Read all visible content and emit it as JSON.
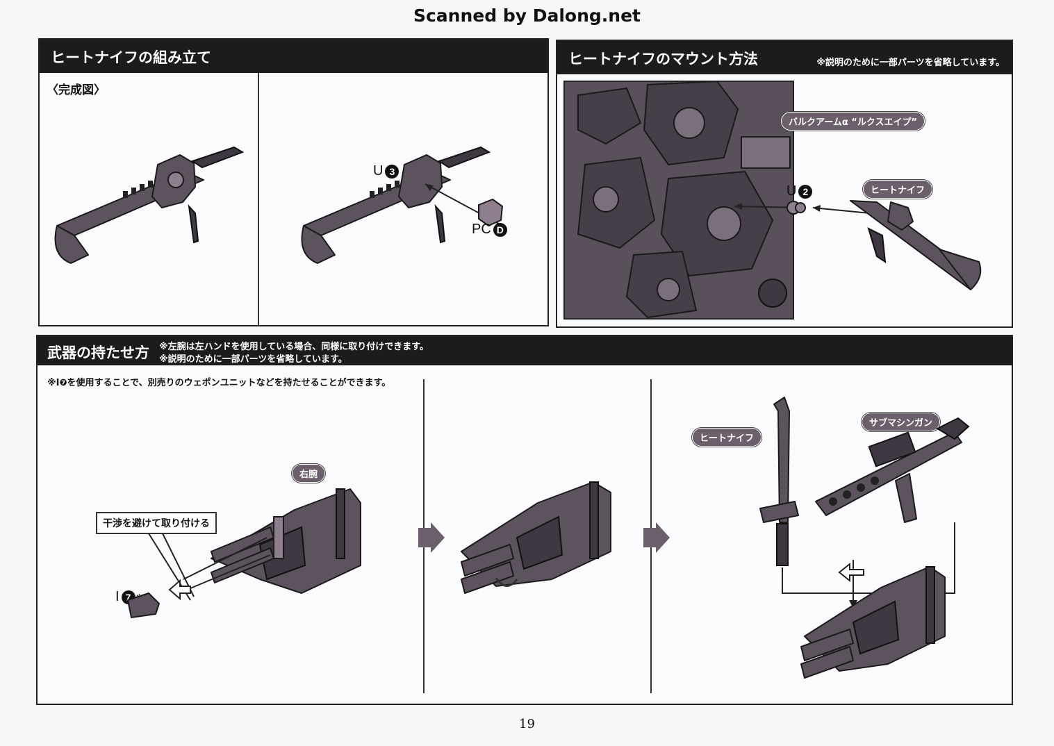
{
  "scan_credit": "Scanned by Dalong.net",
  "panel_assembly": {
    "title": "ヒートナイフの組み立て",
    "subtitle": "〈完成図〉",
    "part_u": "U",
    "part_u_num": "3",
    "part_pc": "PC",
    "part_pc_letter": "D"
  },
  "panel_mount": {
    "title": "ヒートナイフのマウント方法",
    "note": "※説明のために一部パーツを省略しています。",
    "label_arm": "バルクアームα “ルクスエイプ”",
    "label_knife": "ヒートナイフ",
    "part_u": "U",
    "part_u_num": "2"
  },
  "panel_hold": {
    "title": "武器の持たせ方",
    "note1": "※左腕は左ハンドを使用している場合、同様に取り付けできます。",
    "note2": "※説明のために一部パーツを省略しています。",
    "tip": "※I❼を使用することで、別売りのウェポンユニットなどを持たせることができます。",
    "label_right_arm": "右腕",
    "callout": "干渉を避けて取り付ける",
    "part_i": "I",
    "part_i_num": "7",
    "part_i_mark": "※",
    "label_knife": "ヒートナイフ",
    "label_smg": "サブマシンガン"
  },
  "page_number": "19"
}
